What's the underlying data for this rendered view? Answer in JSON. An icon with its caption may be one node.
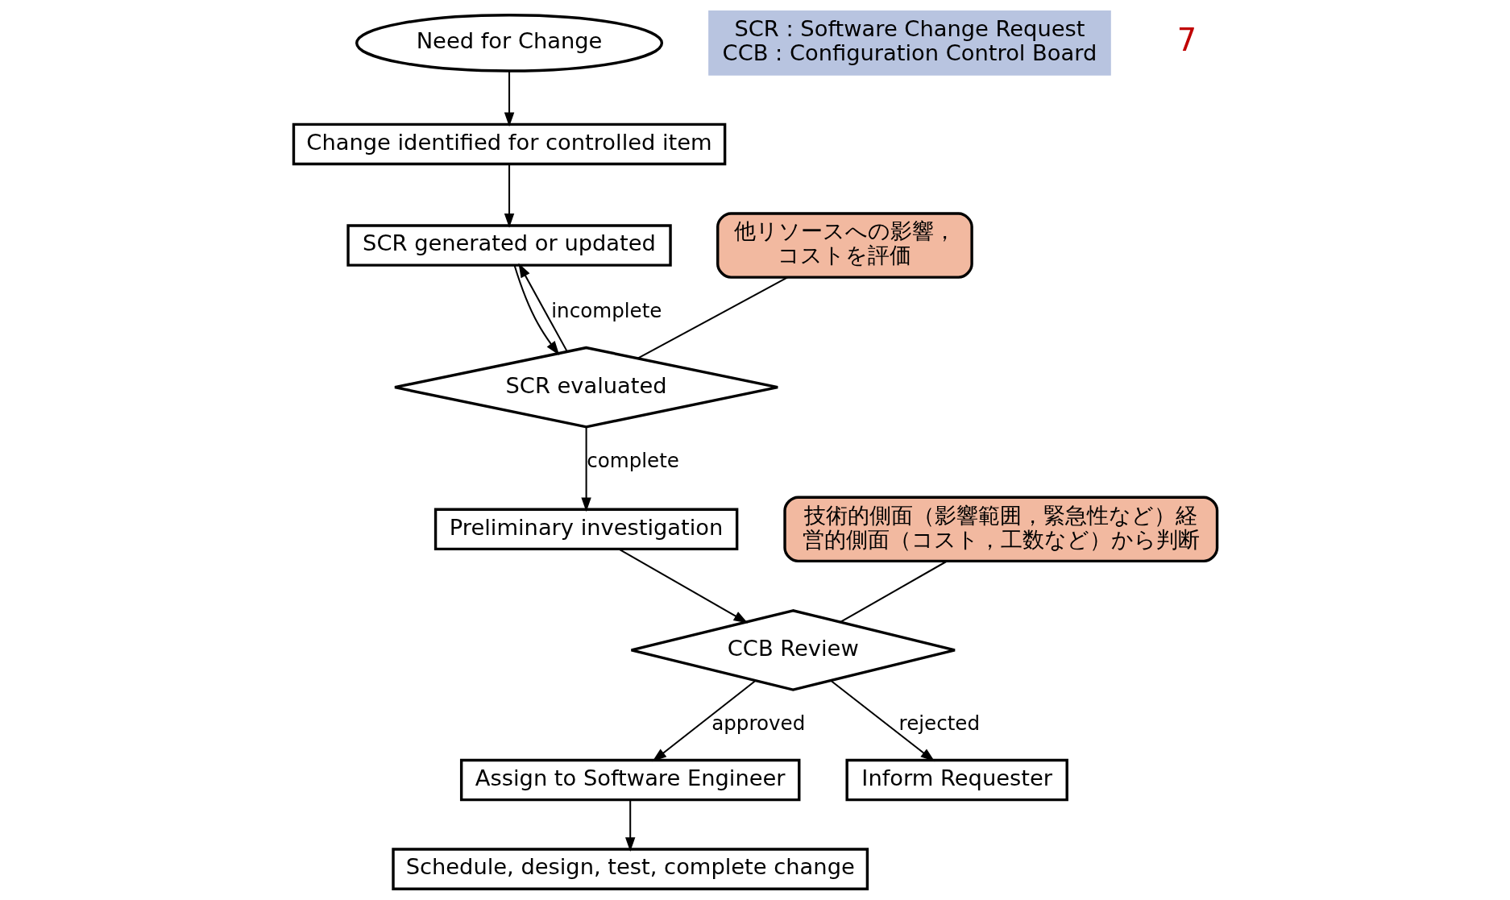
{
  "diagram": {
    "nodes": [
      {
        "text": [
          "Need for Change"
        ]
      },
      {
        "text": [
          "Change identified for controlled item"
        ]
      },
      {
        "text": [
          "SCR generated or updated"
        ]
      },
      {
        "text": [
          "SCR evaluated"
        ]
      },
      {
        "text": [
          "Preliminary investigation"
        ]
      },
      {
        "text": [
          "CCB Review"
        ]
      },
      {
        "text": [
          "Assign to Software Engineer"
        ]
      },
      {
        "text": [
          "Inform Requester"
        ]
      },
      {
        "text": [
          "Schedule, design, test, complete change"
        ]
      },
      {
        "text": [
          "他リソースへの影響，コストを評価"
        ]
      },
      {
        "text": [
          "技術的側面（影響範囲，緊急性など）経営的側面（コスト，工数など）から判断"
        ]
      },
      {
        "text": [
          "SCR : Software Change Request",
          "CCB : Configuration Control Board"
        ]
      }
    ],
    "edges": [
      {
        "from": 0,
        "to": 1,
        "arrow": "to"
      },
      {
        "from": 1,
        "to": 2,
        "arrow": "to"
      },
      {
        "from": 2,
        "to": 3,
        "arrow": "to"
      },
      {
        "from": 3,
        "to": 2,
        "arrow": "to",
        "label": "incomplete"
      },
      {
        "from": 3,
        "to": 4,
        "arrow": "to",
        "label": "complete"
      },
      {
        "from": 4,
        "to": 5,
        "arrow": "to"
      },
      {
        "from": 5,
        "to": 6,
        "arrow": "to",
        "label": "approved"
      },
      {
        "from": 5,
        "to": 7,
        "arrow": "to",
        "label": "rejected"
      },
      {
        "from": 6,
        "to": 8,
        "arrow": "to"
      },
      {
        "from": 9,
        "to": 3,
        "arrow": "none"
      },
      {
        "from": 10,
        "to": 5,
        "arrow": "none"
      }
    ],
    "labels": [
      "7"
    ]
  }
}
